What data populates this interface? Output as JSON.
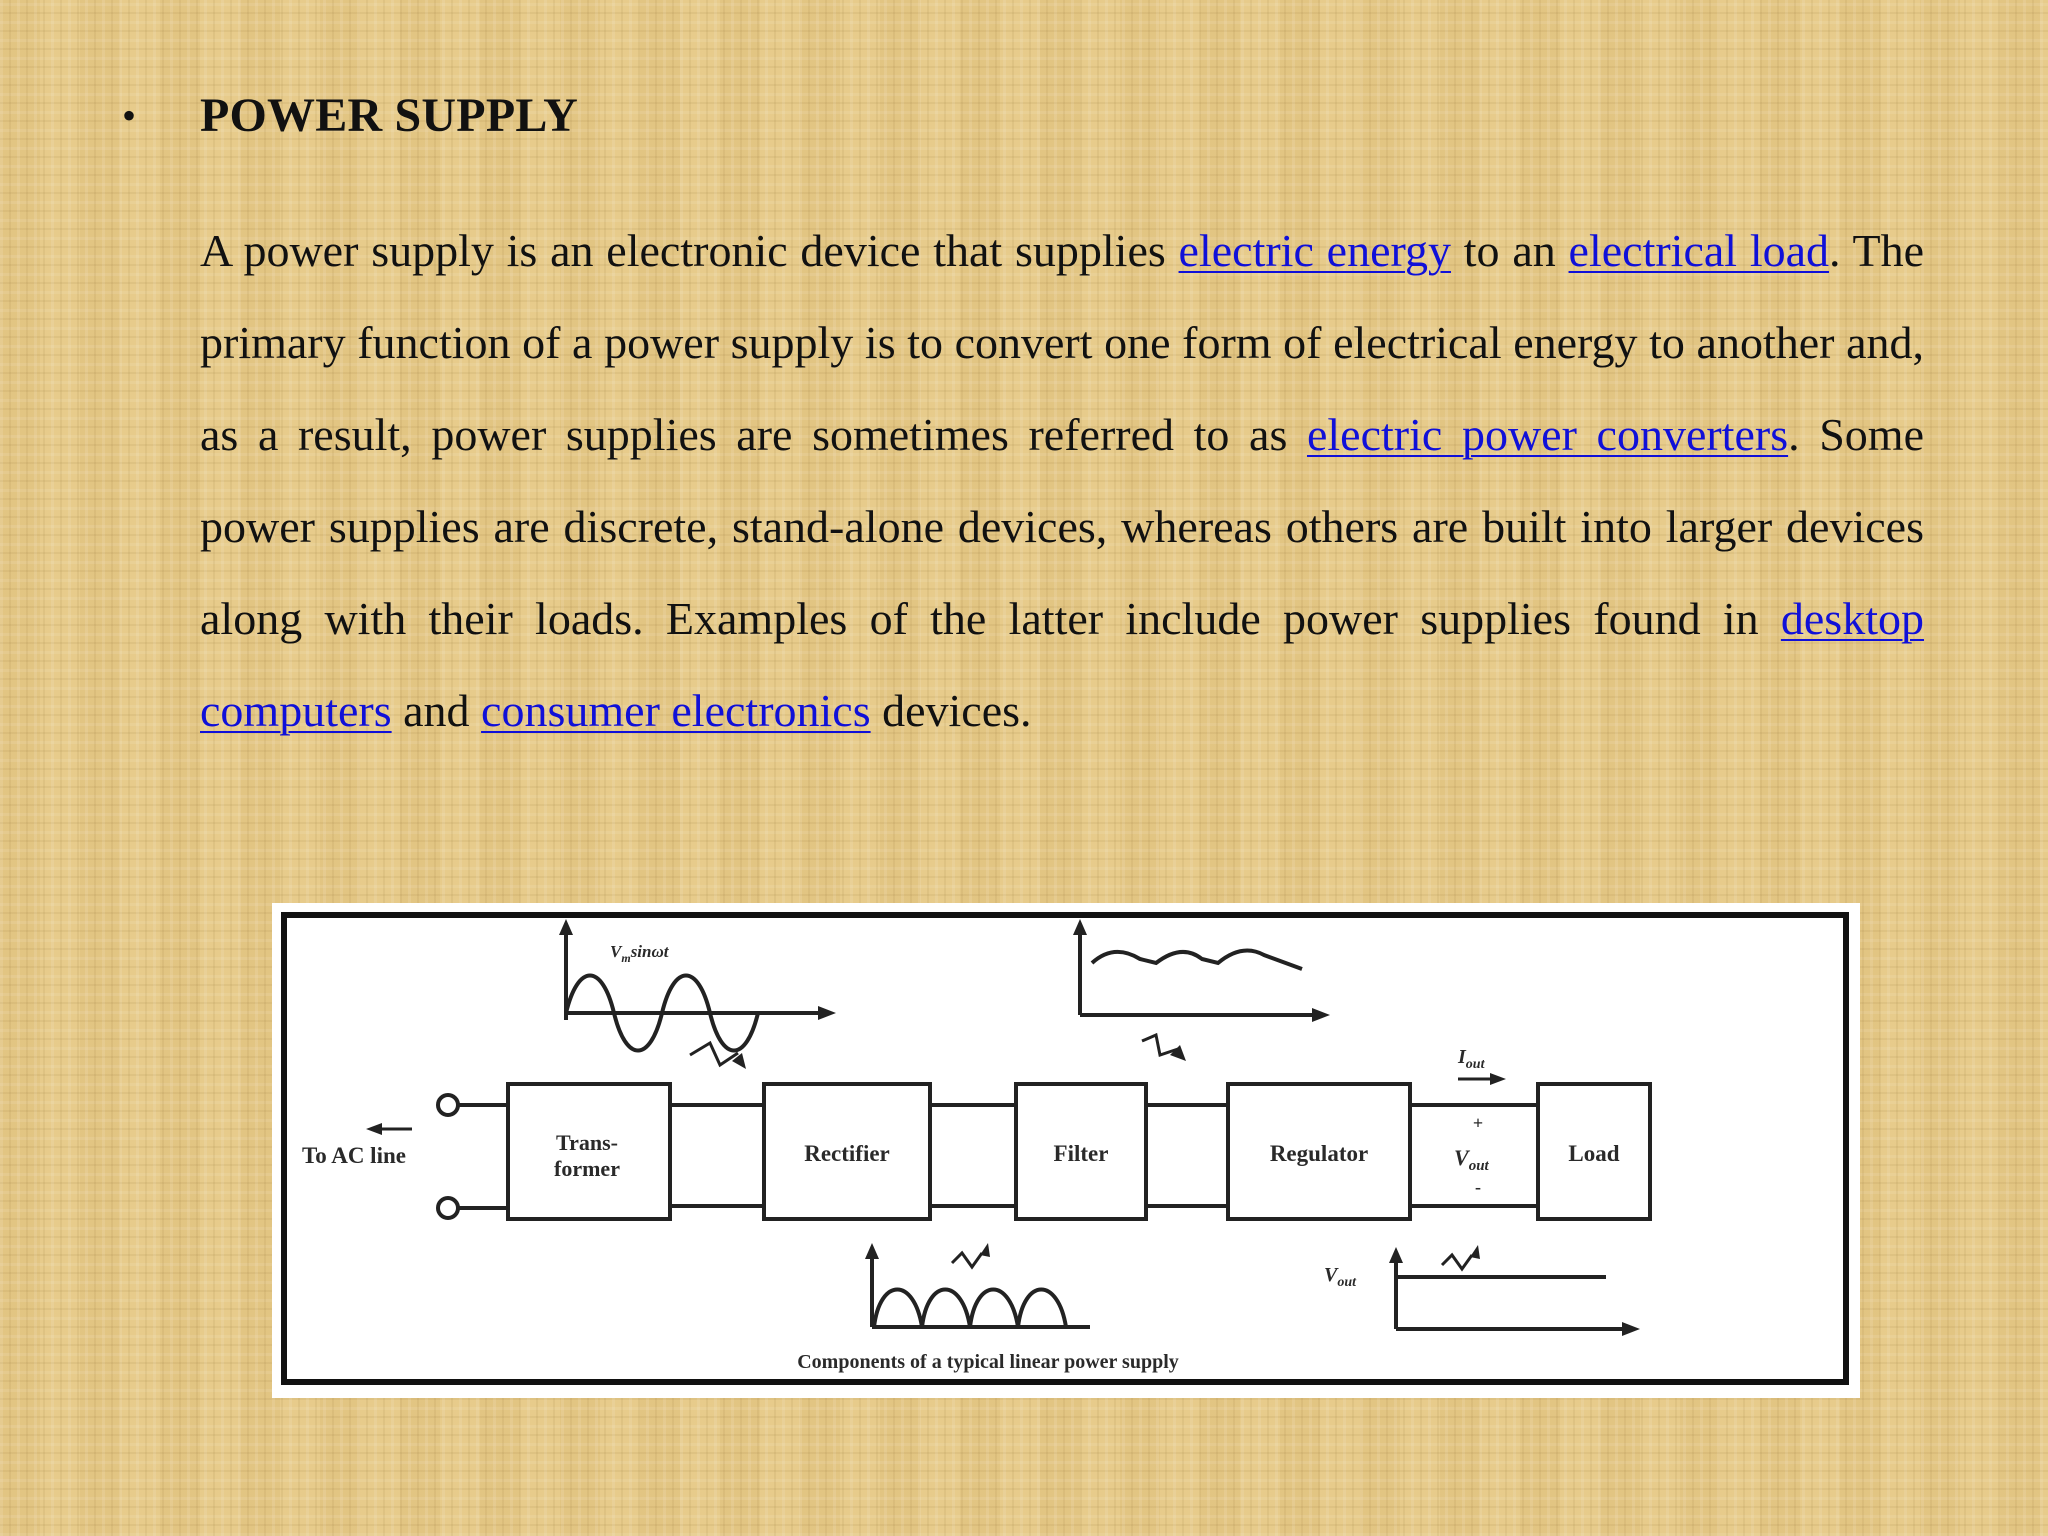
{
  "slide": {
    "bullet": "•",
    "title": "POWER SUPPLY",
    "paragraph": [
      {
        "text": "A power supply is an electronic device that supplies "
      },
      {
        "link": "electric energy"
      },
      {
        "text": " to an "
      },
      {
        "link": "electrical load"
      },
      {
        "text": ". The primary function of a power supply is to convert one form of electrical energy to another and, as a result, power supplies are sometimes referred to as "
      },
      {
        "link": "electric power converters"
      },
      {
        "text": ". Some power supplies are discrete, stand-alone devices, whereas others are built into larger devices along with their loads. Examples of the latter include power supplies found in "
      },
      {
        "link": "desktop computers"
      },
      {
        "text": " and "
      },
      {
        "link": "consumer electronics"
      },
      {
        "text": " devices."
      }
    ],
    "link_color": "#1010d8"
  },
  "diagram": {
    "blocks": {
      "transformer_line1": "Trans-",
      "transformer_line2": "former",
      "rectifier": "Rectifier",
      "filter": "Filter",
      "regulator": "Regulator",
      "load": "Load"
    },
    "labels": {
      "ac_line": "To AC line",
      "vm_sin": "V",
      "vm_sub": "m",
      "vm_rest": "sinωt",
      "iout": "I",
      "iout_sub": "out",
      "vout_mid": "V",
      "vout_mid_sub": "out",
      "vout_graph": "V",
      "vout_graph_sub": "out",
      "plus": "+",
      "minus": "-",
      "caption": "Components of a typical linear power supply"
    }
  }
}
